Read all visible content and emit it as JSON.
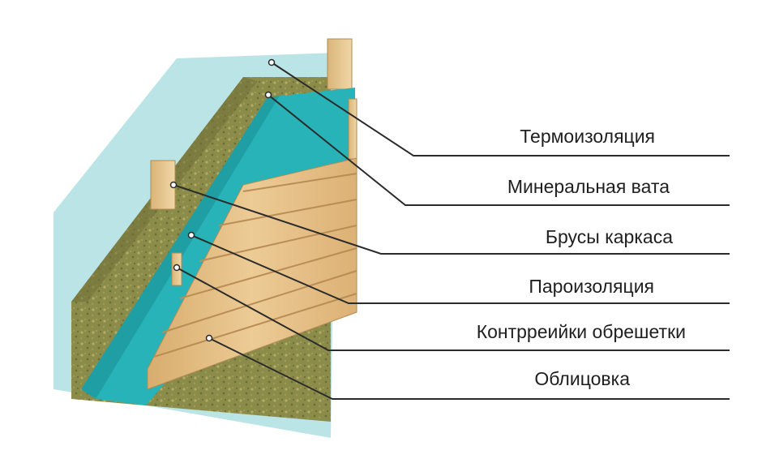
{
  "diagram": {
    "layers": [
      {
        "id": "thermal",
        "label": "Термоизоляция"
      },
      {
        "id": "mineral-wool",
        "label": "Минеральная вата"
      },
      {
        "id": "frame-beams",
        "label": "Брусы каркаса"
      },
      {
        "id": "vapor-barrier",
        "label": "Пароизоляция"
      },
      {
        "id": "counter-battens",
        "label": "Контрреийки обрешетки"
      },
      {
        "id": "cladding",
        "label": "Облицовка"
      }
    ]
  },
  "colors": {
    "thermal_film": "#b7e3e6",
    "mineral_wool": "#8a8a48",
    "vapor_barrier": "#27b3b8",
    "wood": "#e7c28b",
    "leader": "#2b2b2b"
  }
}
